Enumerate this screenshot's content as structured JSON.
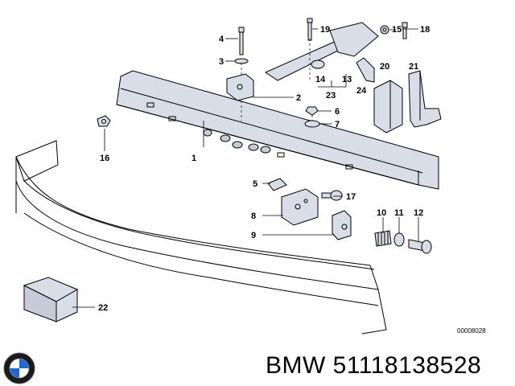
{
  "diagram": {
    "part_labels": {
      "p1": "1",
      "p2": "2",
      "p3": "3",
      "p4": "4",
      "p5": "5",
      "p6": "6",
      "p7": "7",
      "p8": "8",
      "p9": "9",
      "p10": "10",
      "p11": "11",
      "p12": "12",
      "p13": "13",
      "p14": "14",
      "p15": "15",
      "p16": "16",
      "p17": "17",
      "p18": "18",
      "p19": "19",
      "p20": "20",
      "p21": "21",
      "p22": "22",
      "p23": "23",
      "p24": "24"
    },
    "drawing_code": "00008028"
  },
  "footer": {
    "brand": "BMW",
    "part_number": "51118138528",
    "caption": "BMW 51118138528"
  },
  "colors": {
    "part_fill": "#d9dde8",
    "line": "#000000",
    "logo_blue": "#1c69d4"
  }
}
